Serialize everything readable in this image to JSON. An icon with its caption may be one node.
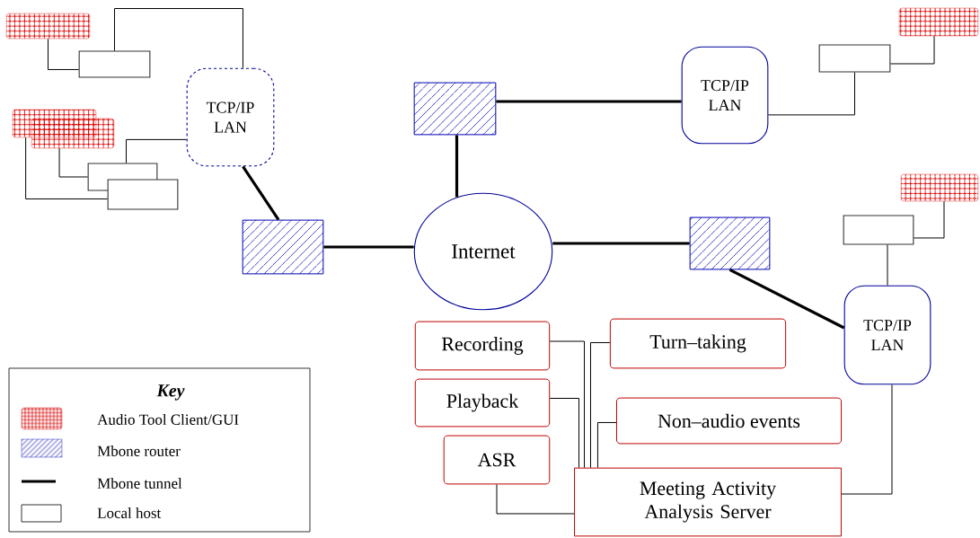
{
  "diagram": {
    "nodes": [
      {
        "text": [],
        "shape": "box"
      },
      {
        "text": [],
        "shape": "box"
      },
      {
        "text": [],
        "shape": "box"
      },
      {
        "text": [],
        "shape": "box"
      },
      {
        "text": [],
        "shape": "box"
      },
      {
        "text": [],
        "shape": "box"
      },
      {
        "text": [
          "TCP/IP LAN"
        ]
      },
      {
        "text": [],
        "shape": "box"
      },
      {
        "text": [],
        "shape": "box"
      },
      {
        "text": [
          "TCP/IP LAN"
        ]
      },
      {
        "text": [],
        "shape": "box"
      },
      {
        "text": [],
        "shape": "box"
      },
      {
        "text": [
          "Internet"
        ]
      },
      {
        "text": [],
        "shape": "box"
      },
      {
        "text": [],
        "shape": "box"
      },
      {
        "text": [],
        "shape": "box"
      },
      {
        "text": [
          "TCP/IP LAN"
        ]
      },
      {
        "text": [
          "Recording"
        ]
      },
      {
        "text": [
          "Turn–taking"
        ]
      },
      {
        "text": [
          "Playback"
        ]
      },
      {
        "text": [
          "Non–audio events"
        ]
      },
      {
        "text": [
          "ASR"
        ]
      },
      {
        "text": [
          "Meeting Activity Analysis Server"
        ]
      }
    ],
    "edges": [
      {
        "from": 0,
        "to": 1,
        "arrow": "none"
      },
      {
        "from": 1,
        "to": 6,
        "arrow": "none"
      },
      {
        "from": 2,
        "to": 5,
        "arrow": "none"
      },
      {
        "from": 3,
        "to": 4,
        "arrow": "none"
      },
      {
        "from": 4,
        "to": 6,
        "arrow": "none"
      },
      {
        "from": 11,
        "to": 6,
        "arrow": "none",
        "style": "thick"
      },
      {
        "from": 11,
        "to": 12,
        "arrow": "none",
        "style": "thick"
      },
      {
        "from": 10,
        "to": 12,
        "arrow": "none",
        "style": "thick"
      },
      {
        "from": 10,
        "to": 9,
        "arrow": "none",
        "style": "thick"
      },
      {
        "from": 12,
        "to": 13,
        "arrow": "none",
        "style": "thick"
      },
      {
        "from": 13,
        "to": 16,
        "arrow": "none",
        "style": "thick"
      },
      {
        "from": 9,
        "to": 8,
        "arrow": "none"
      },
      {
        "from": 8,
        "to": 7,
        "arrow": "none"
      },
      {
        "from": 15,
        "to": 16,
        "arrow": "none"
      },
      {
        "from": 15,
        "to": 14,
        "arrow": "none"
      },
      {
        "from": 22,
        "to": 16,
        "arrow": "none"
      },
      {
        "from": 21,
        "to": 22,
        "arrow": "none"
      },
      {
        "from": 17,
        "to": 22,
        "arrow": "none"
      },
      {
        "from": 19,
        "to": 22,
        "arrow": "none"
      },
      {
        "from": 18,
        "to": 22,
        "arrow": "none"
      },
      {
        "from": 20,
        "to": 22,
        "arrow": "none"
      }
    ],
    "labels": [
      "Key"
    ],
    "legend": [
      {
        "text": "Audio Tool Client/GUI"
      },
      {
        "text": "Mbone router"
      },
      {
        "text": "Mbone tunnel"
      },
      {
        "text": "Local host"
      }
    ]
  }
}
